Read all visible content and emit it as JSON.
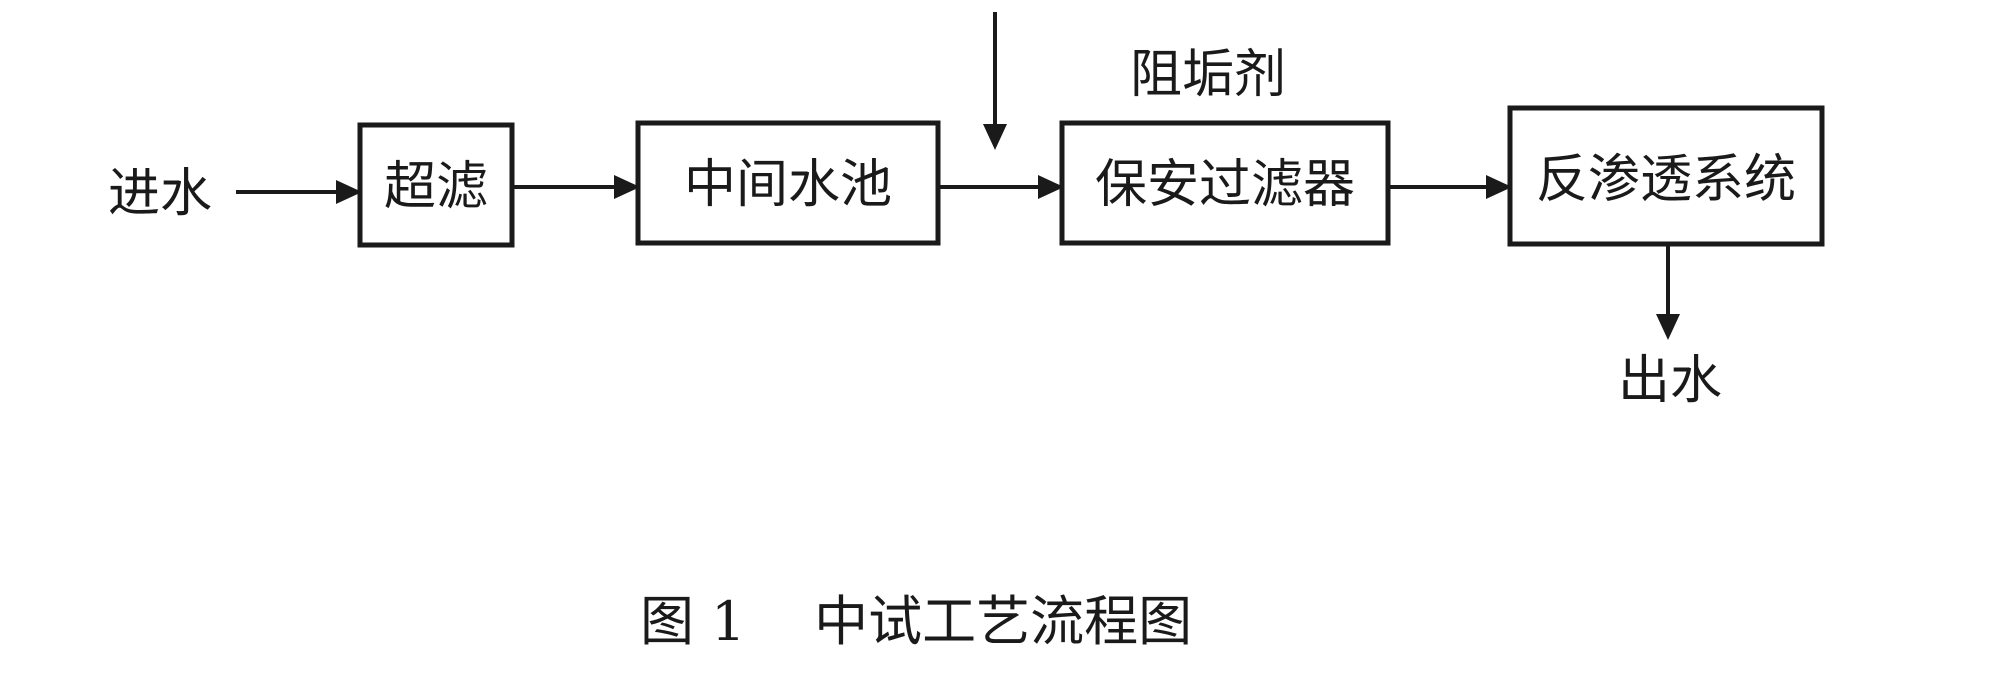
{
  "diagram": {
    "input_label": "进水",
    "steps": [
      {
        "label": "超滤"
      },
      {
        "label": "中间水池"
      },
      {
        "label": "保安过滤器"
      },
      {
        "label": "反渗透系统"
      }
    ],
    "dosing_label": "阻垢剂",
    "output_label": "出水",
    "caption": "图 1    中试工艺流程图"
  },
  "colors": {
    "ink": "#1a1a1a",
    "background": "#ffffff"
  }
}
